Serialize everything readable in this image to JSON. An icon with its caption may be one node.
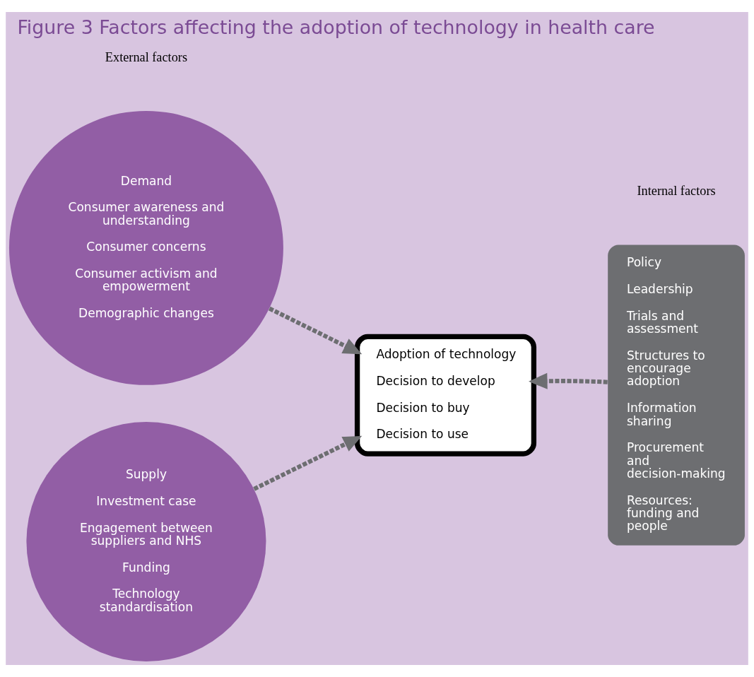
{
  "diagram": {
    "title": "Figure 3 Factors affecting the adoption of technology in health care",
    "nodes": [
      {
        "text": [
          "Demand",
          "Consumer awareness and understanding",
          "Consumer concerns",
          "Consumer activism and empowerment",
          "Demographic changes"
        ]
      },
      {
        "text": [
          "Supply",
          "Investment case",
          "Engagement between suppliers and NHS",
          "Funding",
          "Technology standardisation"
        ]
      },
      {
        "text": [
          "Adoption of technology",
          "Decision to develop",
          "Decision to buy",
          "Decision to use"
        ]
      },
      {
        "text": [
          "Policy",
          "Leadership",
          "Trials and assessment",
          "Structures to encourage adoption",
          "Information sharing",
          "Procurement and decision-making",
          "Resources: funding and people"
        ]
      }
    ],
    "edges": [
      {
        "from": 0,
        "to": 2,
        "arrow": "to",
        "style": "dashed"
      },
      {
        "from": 1,
        "to": 2,
        "arrow": "to",
        "style": "dashed"
      },
      {
        "from": 3,
        "to": 2,
        "arrow": "to",
        "style": "dashed"
      }
    ],
    "labels": [
      "External factors",
      "Internal factors"
    ]
  }
}
